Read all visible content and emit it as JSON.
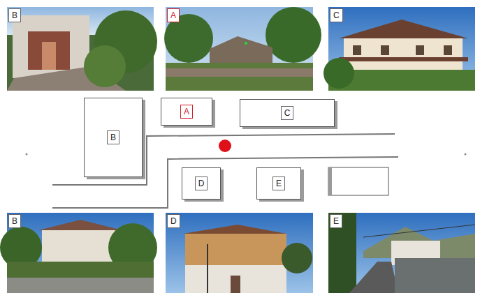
{
  "diagram": {
    "nodes": [
      {
        "text": [
          "B"
        ]
      },
      {
        "text": [
          "A"
        ]
      },
      {
        "text": [
          "C"
        ]
      },
      {
        "text": [
          "D"
        ]
      },
      {
        "text": [
          "E"
        ]
      }
    ],
    "labels": [
      "B",
      "A",
      "C",
      "B",
      "D",
      "E"
    ]
  }
}
